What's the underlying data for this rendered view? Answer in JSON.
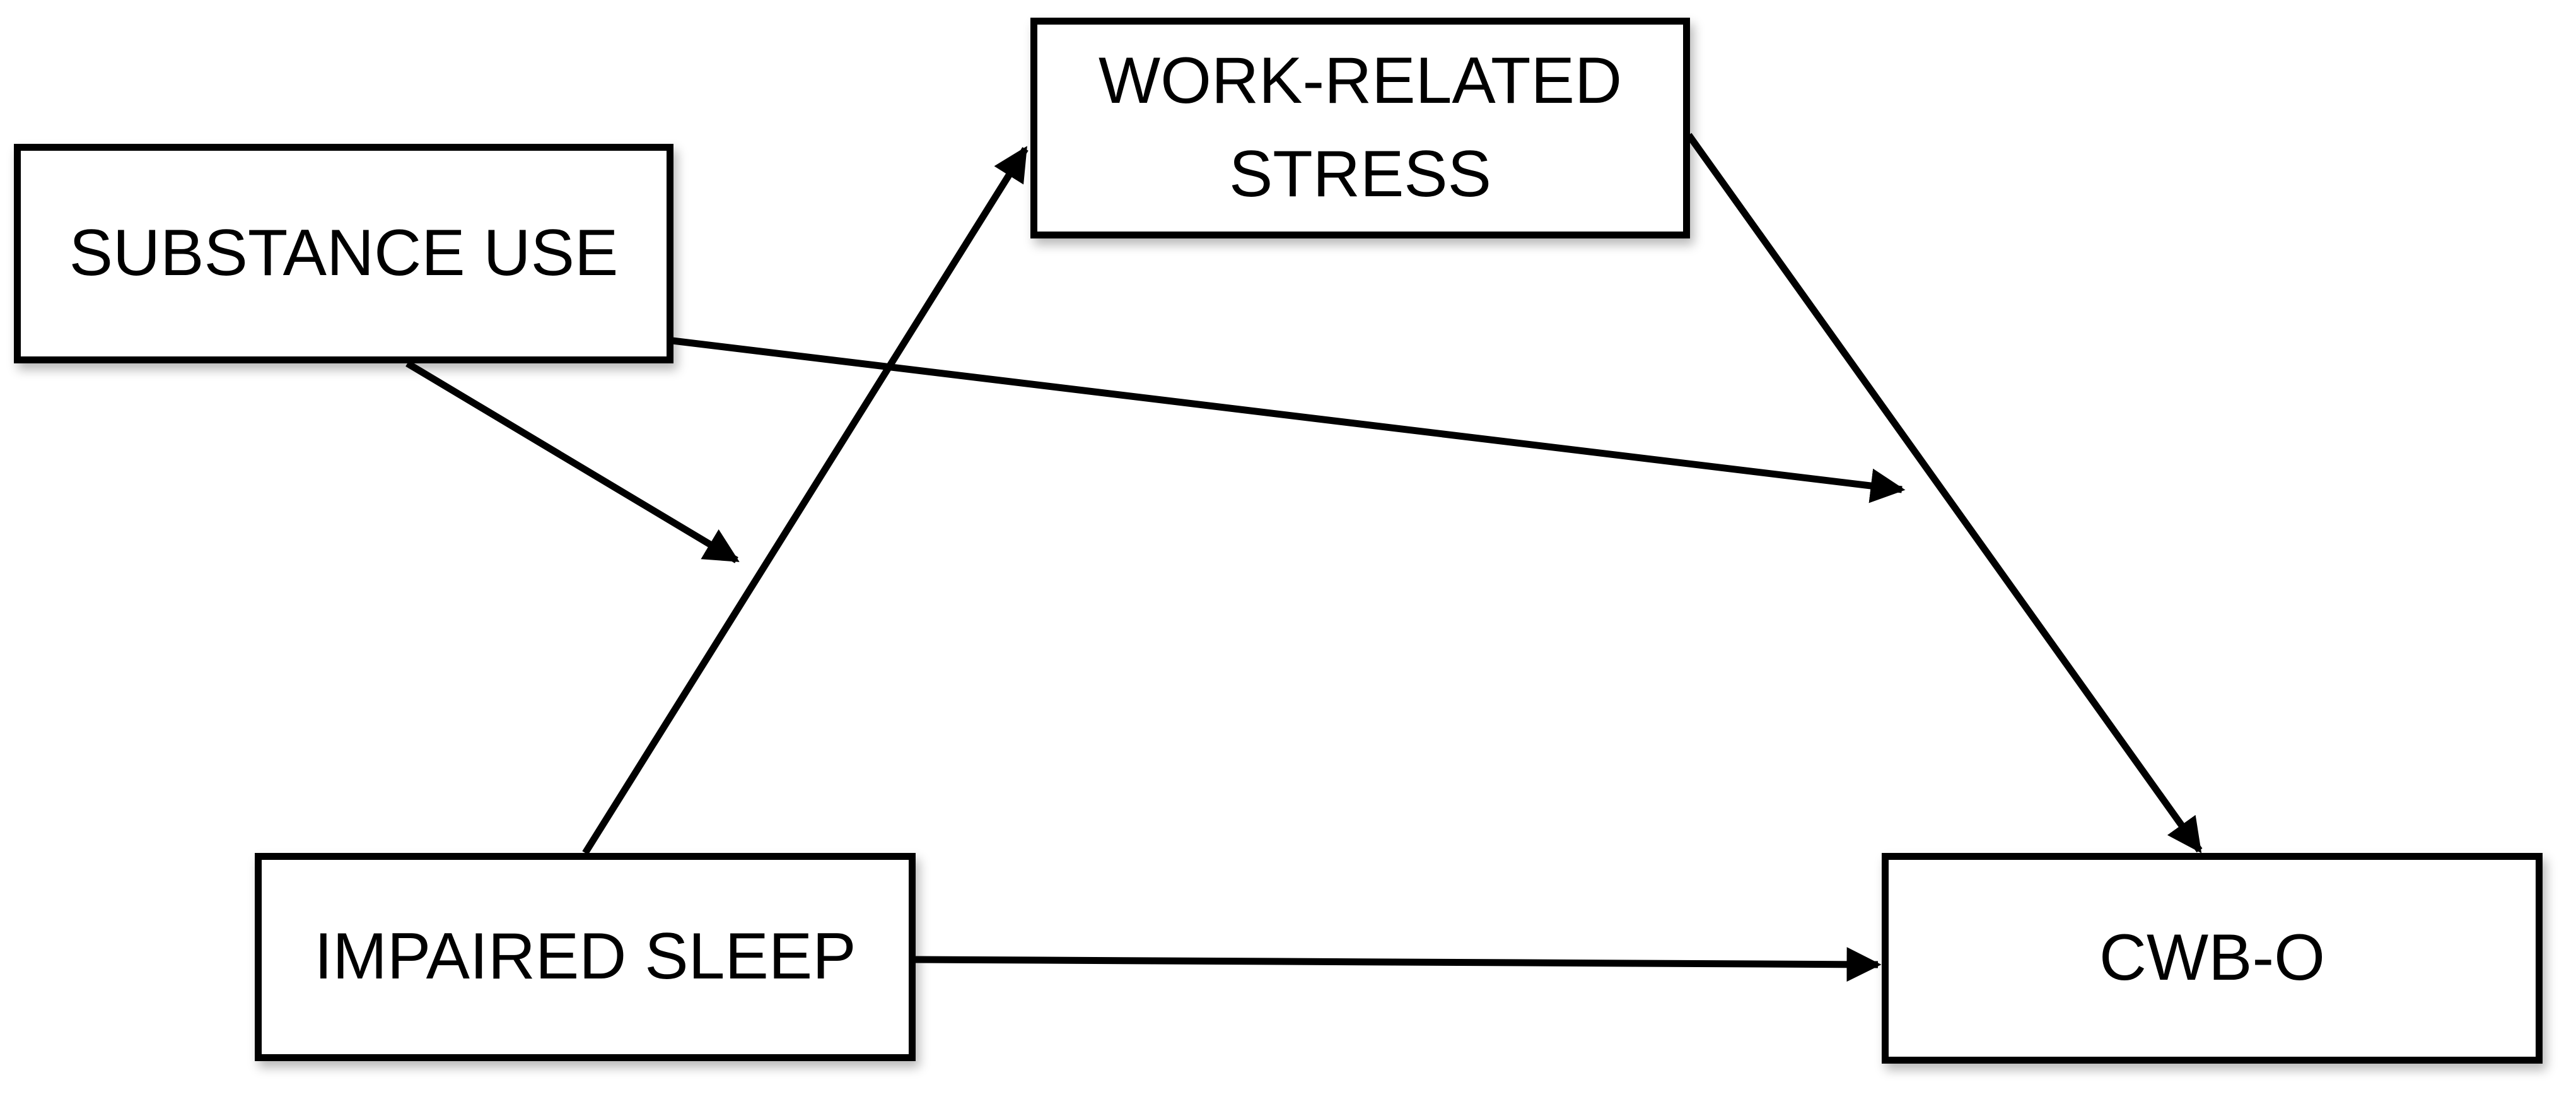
{
  "diagram": {
    "type": "moderated-mediation-path-model",
    "background_color": "#ffffff",
    "ink_color": "#000000",
    "nodes": {
      "substance_use": {
        "label": "SUBSTANCE USE",
        "role": "moderator"
      },
      "work_related_stress": {
        "label": "WORK-RELATED STRESS",
        "role": "mediator"
      },
      "impaired_sleep": {
        "label": "IMPAIRED SLEEP",
        "role": "predictor"
      },
      "cwb_o": {
        "label": "CWB-O",
        "role": "outcome"
      }
    },
    "edges": [
      {
        "from": "impaired_sleep",
        "to": "work_related_stress",
        "kind": "path-arrow"
      },
      {
        "from": "work_related_stress",
        "to": "cwb_o",
        "kind": "path-arrow"
      },
      {
        "from": "impaired_sleep",
        "to": "cwb_o",
        "kind": "path-arrow"
      },
      {
        "from": "substance_use",
        "to": "path impaired_sleep->work_related_stress",
        "kind": "moderation-arrow"
      },
      {
        "from": "substance_use",
        "to": "path work_related_stress->cwb_o",
        "kind": "moderation-arrow"
      }
    ]
  }
}
